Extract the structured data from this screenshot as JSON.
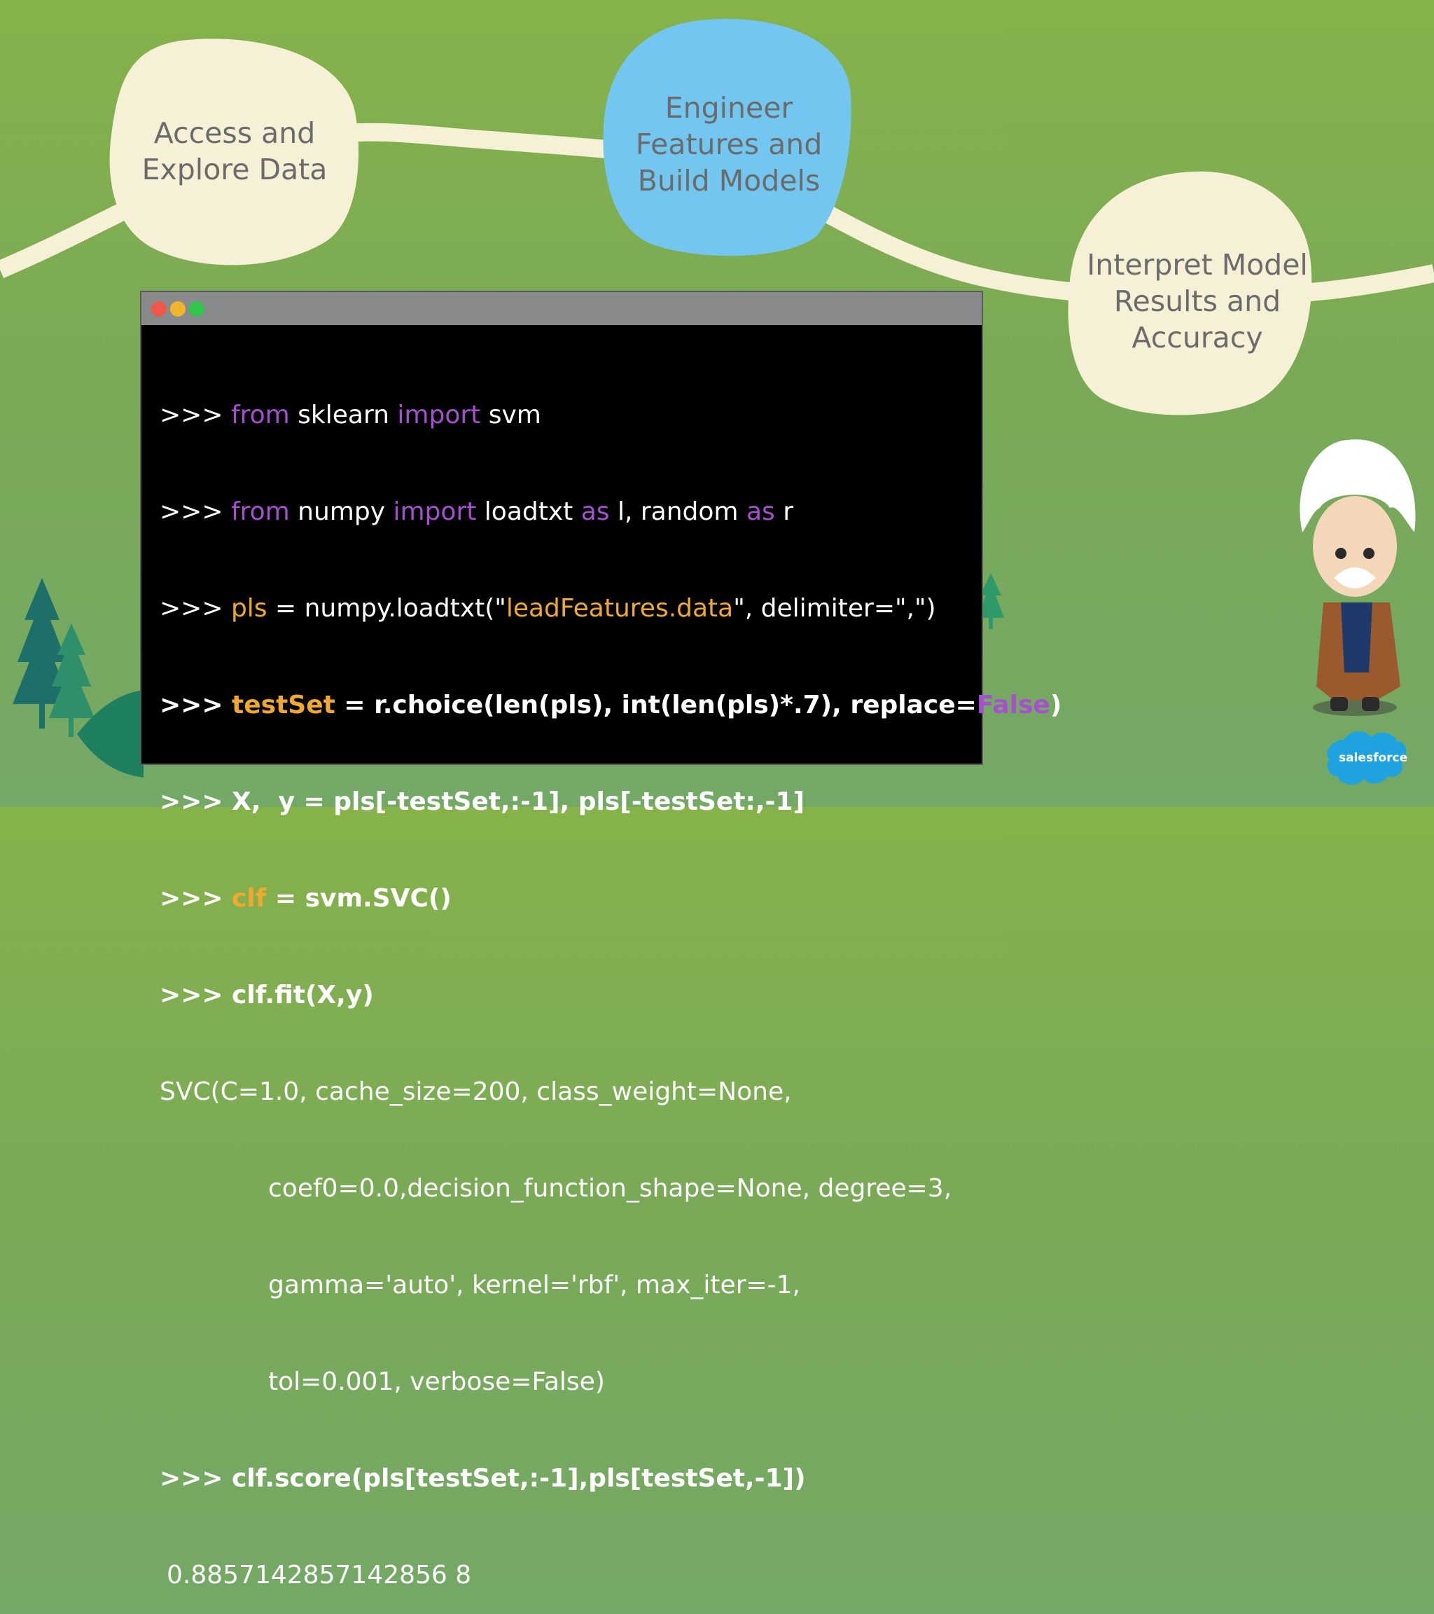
{
  "stages": [
    {
      "lines": [
        "Access and",
        "Explore Data"
      ]
    },
    {
      "lines": [
        "Engineer",
        "Features and",
        "Build Models"
      ]
    },
    {
      "lines": [
        "Interpret Model",
        "Results and",
        "Accuracy"
      ]
    }
  ],
  "terminal": {
    "lines": [
      ">>> from sklearn import svm",
      ">>> from numpy import loadtxt as l, random as r",
      ">>> pls = numpy.loadtxt(\"leadFeatures.data\", delimiter=\",\")",
      ">>> testSet = r.choice(len(pls), int(len(pls)*.7), replace=False)",
      ">>> X,  y = pls[-testSet,:-1], pls[-testSet:,-1]",
      ">>> clf = svm.SVC()",
      ">>> clf.fit(X,y)",
      "SVC(C=1.0, cache_size=200, class_weight=None,",
      "coef0=0.0,decision_function_shape=None, degree=3,",
      "gamma='auto', kernel='rbf', max_iter=-1,",
      "tol=0.001, verbose=False)",
      ">>> clf.score(pls[testSet,:-1],pls[testSet,-1])",
      "0.8857142857142856 8"
    ],
    "segments": {
      "l0": [
        ">>> ",
        "from",
        " sklearn ",
        "import",
        " svm"
      ],
      "l1": [
        ">>> ",
        "from",
        " numpy ",
        "import",
        " loadtxt ",
        "as",
        " l, random ",
        "as",
        " r"
      ],
      "l2": [
        ">>> ",
        "pls",
        " = numpy.loadtxt(\"",
        "leadFeatures.data",
        "\", delimiter=\",\")"
      ],
      "l3": [
        ">>> ",
        "testSet",
        " = r.choice(len(pls), int(len(pls)*.7), replace=",
        "False",
        ")"
      ],
      "l4": [
        ">>> ",
        "X,  y = pls[-testSet,:-1], pls[-testSet:,-1]"
      ],
      "l5": [
        ">>> ",
        "clf",
        " = svm.SVC()"
      ],
      "l6": [
        ">>> ",
        "clf.fit(X,y)"
      ],
      "l7": "SVC(C=1.0, cache_size=200, class_weight=None,",
      "l8": "coef0=0.0,decision_function_shape=None, degree=3,",
      "l9": "gamma='auto', kernel='rbf', max_iter=-1,",
      "l10": "tol=0.001, verbose=False)",
      "l11": [
        ">>> ",
        "clf.score(pls[testSet,:-1],pls[testSet,-1])"
      ],
      "l12": "0.8857142857142856 8"
    }
  },
  "brand": {
    "logo_text": "salesforce"
  },
  "colors": {
    "keyword": "#a64fd0",
    "highlight": "#f0a830",
    "stage_cream": "#f6f1d6",
    "stage_blue": "#72c6ef",
    "terminal_bg": "#000000",
    "titlebar": "#888a8c",
    "logo_blue": "#1fa3e0"
  }
}
